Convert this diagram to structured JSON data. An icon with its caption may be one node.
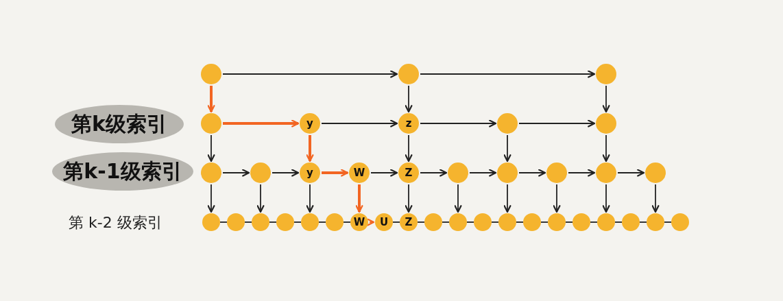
{
  "diagram": {
    "nodes": [
      {
        "text": [
          "第k级索引"
        ]
      },
      {
        "text": [
          "第k-1级索引"
        ]
      },
      {
        "text": [],
        "shape": "circle"
      },
      {
        "text": [],
        "shape": "circle"
      },
      {
        "text": [],
        "shape": "circle"
      },
      {
        "text": [],
        "shape": "circle"
      },
      {
        "text": [
          "y"
        ]
      },
      {
        "text": [
          "z"
        ]
      },
      {
        "text": [],
        "shape": "circle"
      },
      {
        "text": [],
        "shape": "circle"
      },
      {
        "text": [],
        "shape": "circle"
      },
      {
        "text": [],
        "shape": "circle"
      },
      {
        "text": [
          "y"
        ]
      },
      {
        "text": [
          "W"
        ]
      },
      {
        "text": [
          "Z"
        ]
      },
      {
        "text": [],
        "shape": "circle"
      },
      {
        "text": [],
        "shape": "circle"
      },
      {
        "text": [],
        "shape": "circle"
      },
      {
        "text": [],
        "shape": "circle"
      },
      {
        "text": [],
        "shape": "circle"
      },
      {
        "text": [],
        "shape": "circle"
      },
      {
        "text": [],
        "shape": "circle"
      },
      {
        "text": [],
        "shape": "circle"
      },
      {
        "text": [],
        "shape": "circle"
      },
      {
        "text": [],
        "shape": "circle"
      },
      {
        "text": [],
        "shape": "circle"
      },
      {
        "text": [
          "W"
        ]
      },
      {
        "text": [
          "U"
        ]
      },
      {
        "text": [
          "Z"
        ]
      },
      {
        "text": [],
        "shape": "circle"
      },
      {
        "text": [],
        "shape": "circle"
      },
      {
        "text": [],
        "shape": "circle"
      },
      {
        "text": [],
        "shape": "circle"
      },
      {
        "text": [],
        "shape": "circle"
      },
      {
        "text": [],
        "shape": "circle"
      },
      {
        "text": [],
        "shape": "circle"
      },
      {
        "text": [],
        "shape": "circle"
      },
      {
        "text": [],
        "shape": "circle"
      },
      {
        "text": [],
        "shape": "circle"
      },
      {
        "text": [],
        "shape": "circle"
      }
    ],
    "edges": [
      {
        "from": 2,
        "to": 3,
        "arrow": "to"
      },
      {
        "from": 3,
        "to": 4,
        "arrow": "to"
      },
      {
        "from": 2,
        "to": 5,
        "arrow": "to",
        "style": "thick",
        "color": "#f26522"
      },
      {
        "from": 3,
        "to": 7,
        "arrow": "to"
      },
      {
        "from": 4,
        "to": 9,
        "arrow": "to"
      },
      {
        "from": 5,
        "to": 6,
        "arrow": "to",
        "style": "thick",
        "color": "#f26522"
      },
      {
        "from": 6,
        "to": 7,
        "arrow": "to"
      },
      {
        "from": 7,
        "to": 8,
        "arrow": "to"
      },
      {
        "from": 8,
        "to": 9,
        "arrow": "to"
      },
      {
        "from": 5,
        "to": 10,
        "arrow": "to"
      },
      {
        "from": 6,
        "to": 12,
        "arrow": "to",
        "style": "thick",
        "color": "#f26522"
      },
      {
        "from": 7,
        "to": 14,
        "arrow": "to"
      },
      {
        "from": 8,
        "to": 16,
        "arrow": "to"
      },
      {
        "from": 9,
        "to": 18,
        "arrow": "to"
      },
      {
        "from": 10,
        "to": 11,
        "arrow": "to"
      },
      {
        "from": 11,
        "to": 12,
        "arrow": "to"
      },
      {
        "from": 12,
        "to": 13,
        "arrow": "to",
        "style": "thick",
        "color": "#f26522"
      },
      {
        "from": 13,
        "to": 14,
        "arrow": "to"
      },
      {
        "from": 14,
        "to": 15,
        "arrow": "to"
      },
      {
        "from": 15,
        "to": 16,
        "arrow": "to"
      },
      {
        "from": 16,
        "to": 17,
        "arrow": "to"
      },
      {
        "from": 17,
        "to": 18,
        "arrow": "to"
      },
      {
        "from": 18,
        "to": 19,
        "arrow": "to"
      },
      {
        "from": 10,
        "to": 20,
        "arrow": "to"
      },
      {
        "from": 11,
        "to": 22,
        "arrow": "to"
      },
      {
        "from": 12,
        "to": 24,
        "arrow": "to"
      },
      {
        "from": 13,
        "to": 26,
        "arrow": "to",
        "style": "thick",
        "color": "#f26522"
      },
      {
        "from": 14,
        "to": 28,
        "arrow": "to"
      },
      {
        "from": 15,
        "to": 30,
        "arrow": "to"
      },
      {
        "from": 16,
        "to": 32,
        "arrow": "to"
      },
      {
        "from": 17,
        "to": 34,
        "arrow": "to"
      },
      {
        "from": 18,
        "to": 36,
        "arrow": "to"
      },
      {
        "from": 19,
        "to": 38,
        "arrow": "to"
      },
      {
        "from": 20,
        "to": 21,
        "arrow": "none"
      },
      {
        "from": 21,
        "to": 22,
        "arrow": "none"
      },
      {
        "from": 22,
        "to": 23,
        "arrow": "none"
      },
      {
        "from": 23,
        "to": 24,
        "arrow": "none"
      },
      {
        "from": 24,
        "to": 25,
        "arrow": "none"
      },
      {
        "from": 25,
        "to": 26,
        "arrow": "none"
      },
      {
        "from": 26,
        "to": 27,
        "arrow": "to",
        "color": "#f26522"
      },
      {
        "from": 27,
        "to": 28,
        "arrow": "none"
      },
      {
        "from": 28,
        "to": 29,
        "arrow": "none"
      },
      {
        "from": 29,
        "to": 30,
        "arrow": "none"
      },
      {
        "from": 30,
        "to": 31,
        "arrow": "none"
      },
      {
        "from": 31,
        "to": 32,
        "arrow": "none"
      },
      {
        "from": 32,
        "to": 33,
        "arrow": "none"
      },
      {
        "from": 33,
        "to": 34,
        "arrow": "none"
      },
      {
        "from": 34,
        "to": 35,
        "arrow": "none"
      },
      {
        "from": 35,
        "to": 36,
        "arrow": "none"
      },
      {
        "from": 36,
        "to": 37,
        "arrow": "none"
      },
      {
        "from": 37,
        "to": 38,
        "arrow": "none"
      },
      {
        "from": 38,
        "to": 39,
        "arrow": "none"
      }
    ],
    "labels": [
      "第 k-2 级索引"
    ]
  }
}
